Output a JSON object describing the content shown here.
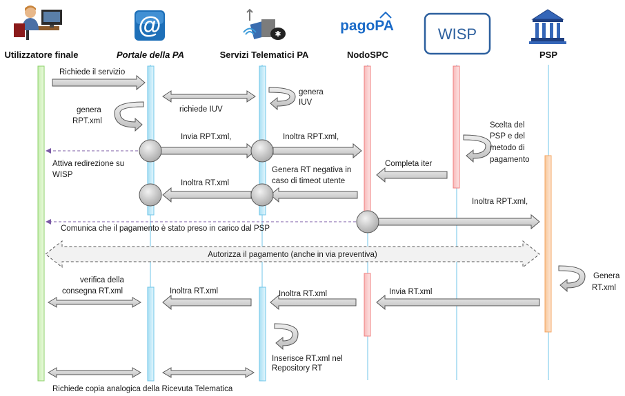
{
  "actors": [
    {
      "id": "utente",
      "label": "Utilizzatore finale",
      "icon": "user-at-desk-icon"
    },
    {
      "id": "portale",
      "label": "Portale della PA",
      "icon": "at-sign-portal-icon"
    },
    {
      "id": "servizi",
      "label": "Servizi Telematici PA",
      "icon": "telematic-services-icon"
    },
    {
      "id": "nodo",
      "label": "NodoSPC",
      "icon": "pagopa-logo-icon"
    },
    {
      "id": "wisp",
      "label": "WISP",
      "icon": "wisp-box-icon"
    },
    {
      "id": "psp",
      "label": "PSP",
      "icon": "bank-building-icon"
    }
  ],
  "logo_text": {
    "pagopa": "pagoPA",
    "wisp": "WISP"
  },
  "messages": {
    "m1": "Richiede il servizio",
    "m2": "richiede IUV",
    "m3": [
      "genera",
      "IUV"
    ],
    "m4": [
      "genera",
      "RPT.xml"
    ],
    "m5": "Invia RPT.xml,",
    "m6": "Inoltra RPT.xml,",
    "m7": [
      "Scelta del",
      "PSP e del",
      "metodo  di",
      "pagamento"
    ],
    "m8": [
      "Attiva redirezione su",
      "WISP"
    ],
    "m9": [
      "Genera RT negativa in",
      "caso di timeot utente"
    ],
    "m10": "Completa iter",
    "m11": "Inoltra RT.xml",
    "m12": "Inoltra RPT.xml,",
    "m13": "Comunica che il pagamento è stato preso in carico dal PSP",
    "m14": "Autorizza il pagamento (anche in via preventiva)",
    "m15": [
      "Genera",
      "RT.xml"
    ],
    "m16": [
      "verifica della",
      "consegna RT.xml"
    ],
    "m17": "Inoltra RT.xml",
    "m18": "Inoltra RT.xml",
    "m19": "Invia RT.xml",
    "m20": [
      "Inserisce  RT.xml nel",
      "Repository RT"
    ],
    "m21": "Richiede copia analogica della Ricevuta Telematica"
  },
  "colors": {
    "utente": "#8cd06a",
    "portale": "#6fc6e8",
    "servizi": "#6fc6e8",
    "nodo": "#f08080",
    "wisp": "#f08080",
    "psp": "#f4a460",
    "arrow_fill": "#d4d4d4",
    "arrow_stroke": "#555555",
    "dashed": "#7b5aa6"
  }
}
